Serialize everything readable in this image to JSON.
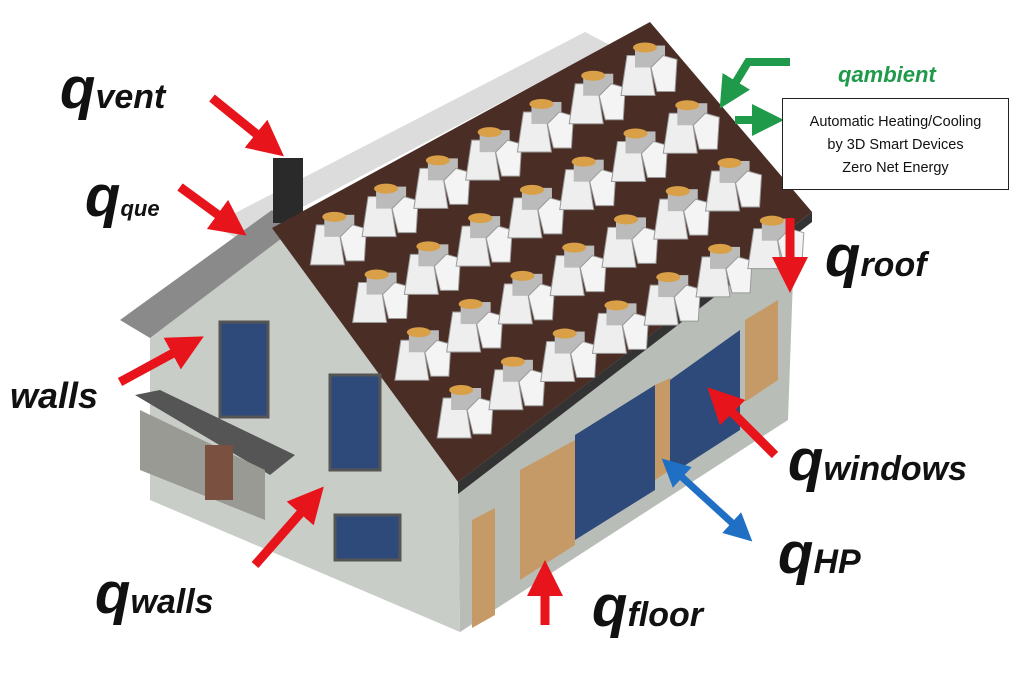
{
  "labels": {
    "vent": {
      "q": "q",
      "sub": "vent"
    },
    "que": {
      "q": "q",
      "sub": "que"
    },
    "walls_side": "walls",
    "roof": {
      "q": "q",
      "sub": "roof"
    },
    "windows": {
      "q": "q",
      "sub": "windows"
    },
    "hp": {
      "q": "q",
      "sub": "HP"
    },
    "walls": {
      "q": "q",
      "sub": "walls"
    },
    "floor": {
      "q": "q",
      "sub": "floor"
    },
    "ambient": "qambient"
  },
  "info_box": {
    "lines": [
      "Automatic Heating/Cooling",
      "by 3D Smart Devices",
      "Zero Net Energy"
    ]
  },
  "colors": {
    "heat_arrow": "#e8141b",
    "hp_arrow": "#1f6fc4",
    "ambient_arrow": "#1f9a4a",
    "roof": "#4a2e25",
    "wall": "#c9cdc8"
  }
}
